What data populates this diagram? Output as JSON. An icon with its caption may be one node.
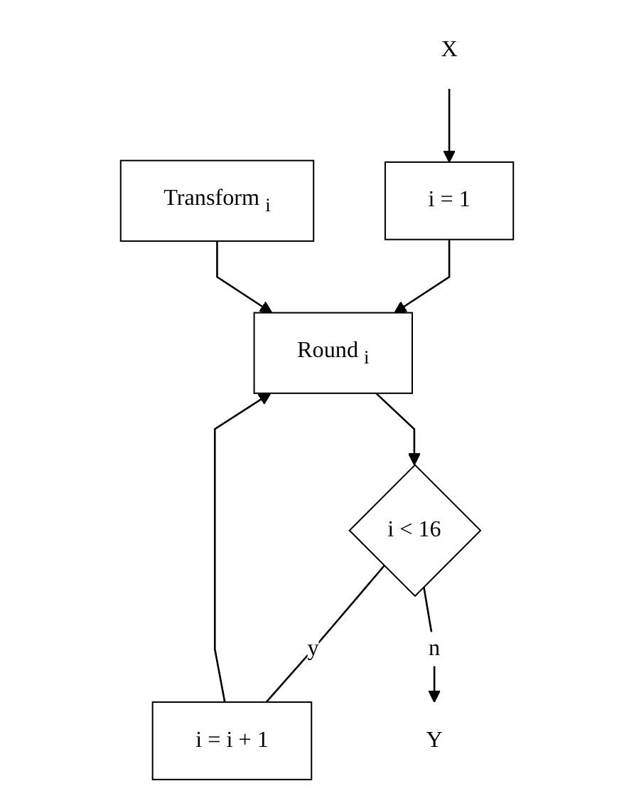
{
  "diagram": {
    "nodes": [
      {
        "text": [
          "X"
        ]
      },
      {
        "text": [
          "i = 1"
        ]
      },
      {
        "text": [
          "Round $_{i}$"
        ]
      },
      {
        "text": [
          "Transform $_{i}$"
        ]
      },
      {
        "text": [
          "i < 16"
        ]
      },
      {
        "text": [
          "i = i + 1"
        ]
      },
      {
        "text": [
          "Y"
        ]
      }
    ],
    "edges": [
      {
        "from": 0,
        "to": 1,
        "arrow": "to"
      },
      {
        "from": 1,
        "to": 2,
        "arrow": "to"
      },
      {
        "from": 5,
        "to": 2,
        "arrow": "to"
      },
      {
        "from": 3,
        "to": 2,
        "arrow": "to"
      },
      {
        "from": 2,
        "to": 4,
        "arrow": "to"
      },
      {
        "from": 4,
        "to": 5,
        "label": "y",
        "arrow": "none"
      },
      {
        "from": 4,
        "to": 6,
        "label": "n",
        "arrow": "to"
      }
    ]
  }
}
